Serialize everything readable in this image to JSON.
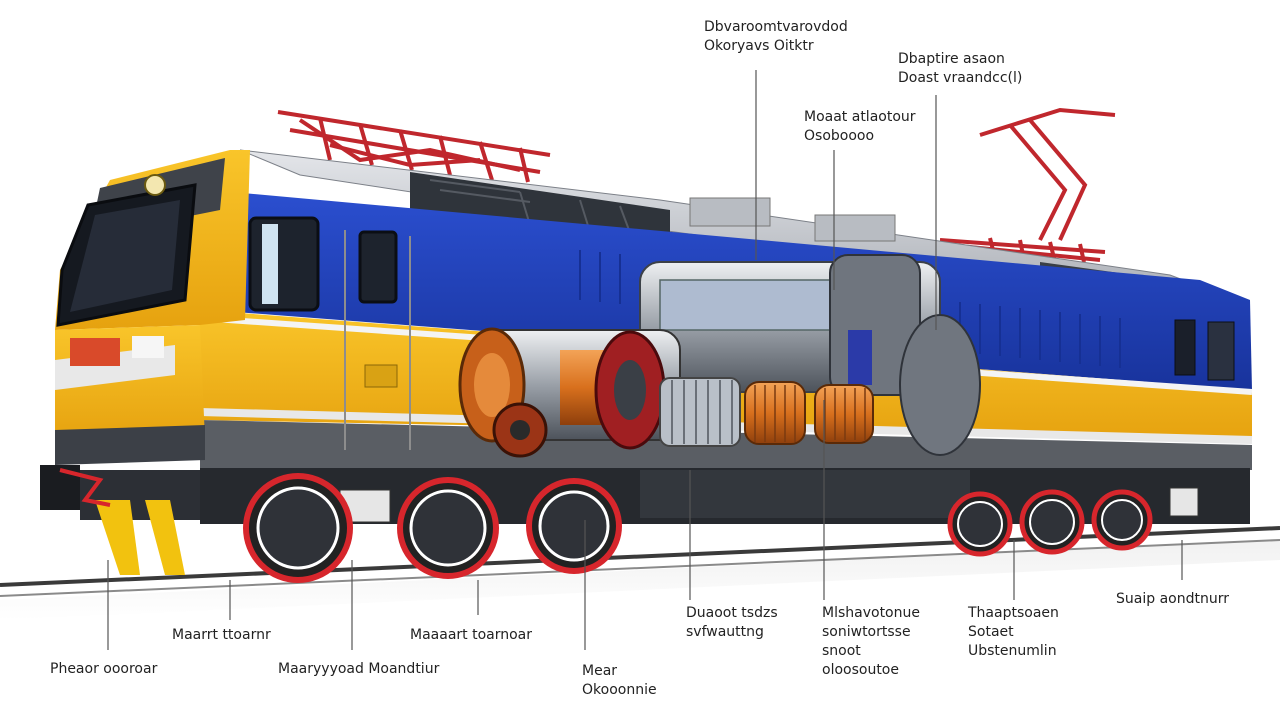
{
  "colors": {
    "body_yellow": "#f5b417",
    "body_blue": "#1f3fb8",
    "roof_gray": "#c9ccd1",
    "pantograph_red": "#c0272d",
    "motor_copper": "#d8701d",
    "wheel_red": "#d7262c"
  },
  "callouts": [
    {
      "id": "top-1",
      "lines": [
        "Dbvaroomtvarovdod",
        "Okoryavs Oitktr"
      ]
    },
    {
      "id": "top-2",
      "lines": [
        "Dbaptire asaon",
        "Doast vraandcc(l)"
      ]
    },
    {
      "id": "top-3",
      "lines": [
        "Moaat atlaotour",
        "Osoboooo"
      ]
    },
    {
      "id": "bottom-1",
      "lines": [
        "Pheaor oooroar"
      ]
    },
    {
      "id": "bottom-2",
      "lines": [
        "Maarrt ttoarnr"
      ]
    },
    {
      "id": "bottom-3",
      "lines": [
        "Maaryyyoad Moandtiur"
      ]
    },
    {
      "id": "bottom-4",
      "lines": [
        "Maaaart toarnoar"
      ]
    },
    {
      "id": "bottom-5",
      "lines": [
        "Mear",
        "Okooonnie"
      ]
    },
    {
      "id": "bottom-6",
      "lines": [
        "Duaoot tsdzs",
        "svfwauttng"
      ]
    },
    {
      "id": "bottom-7",
      "lines": [
        "Mlshavotonue",
        "soniwtortsse",
        "snoot",
        "oloosoutoe"
      ]
    },
    {
      "id": "bottom-8",
      "lines": [
        "Thaaptsoaen",
        "Sotaet",
        "Ubstenumlin"
      ]
    },
    {
      "id": "bottom-9",
      "lines": [
        "Suaip aondtnurr"
      ]
    }
  ]
}
